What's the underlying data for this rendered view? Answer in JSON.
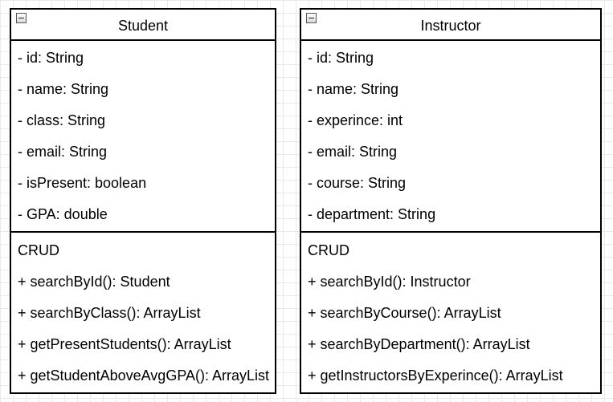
{
  "student": {
    "name": "Student",
    "attributes": [
      "- id: String",
      "- name: String",
      "- class: String",
      "- email: String",
      "- isPresent: boolean",
      "- GPA: double"
    ],
    "methods": [
      "CRUD",
      "+ searchById(): Student",
      "+ searchByClass(): ArrayList",
      "+ getPresentStudents(): ArrayList",
      "+ getStudentAboveAvgGPA(): ArrayList"
    ]
  },
  "instructor": {
    "name": "Instructor",
    "attributes": [
      "- id: String",
      "- name: String",
      "- experince: int",
      "- email: String",
      "- course: String",
      "- department: String"
    ],
    "methods": [
      "CRUD",
      "+ searchById(): Instructor",
      "+ searchByCourse(): ArrayList",
      "+ searchByDepartment(): ArrayList",
      "+ getInstructorsByExperince(): ArrayList"
    ]
  },
  "icons": {
    "collapse": "collapse-minus-icon"
  },
  "colors": {
    "border": "#000000",
    "grid": "#e9e9e9",
    "background": "#ffffff"
  }
}
